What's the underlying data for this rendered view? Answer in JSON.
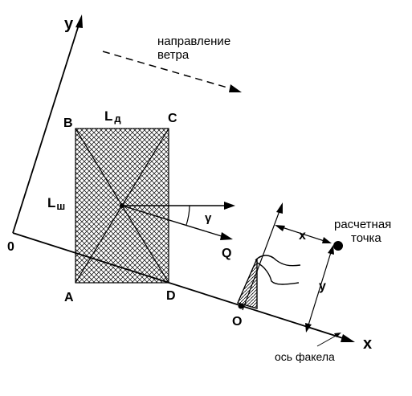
{
  "labels": {
    "axis_y_global": "y",
    "axis_x_global": "x",
    "origin": "0",
    "wind_direction": [
      "направление",
      "ветра"
    ],
    "corner_b": "B",
    "corner_c": "C",
    "corner_a": "A",
    "corner_d": "D",
    "length_main": "L",
    "length_sub": "д",
    "width_main": "L",
    "width_sub": "ш",
    "angle": "γ",
    "flow": "Q",
    "local_x": "x",
    "local_y": "y",
    "design_point": [
      "расчетная",
      "точка"
    ],
    "source_origin": "O",
    "plume_axis": "ось факела"
  },
  "colors": {
    "ink": "#000000",
    "background": "#ffffff"
  }
}
